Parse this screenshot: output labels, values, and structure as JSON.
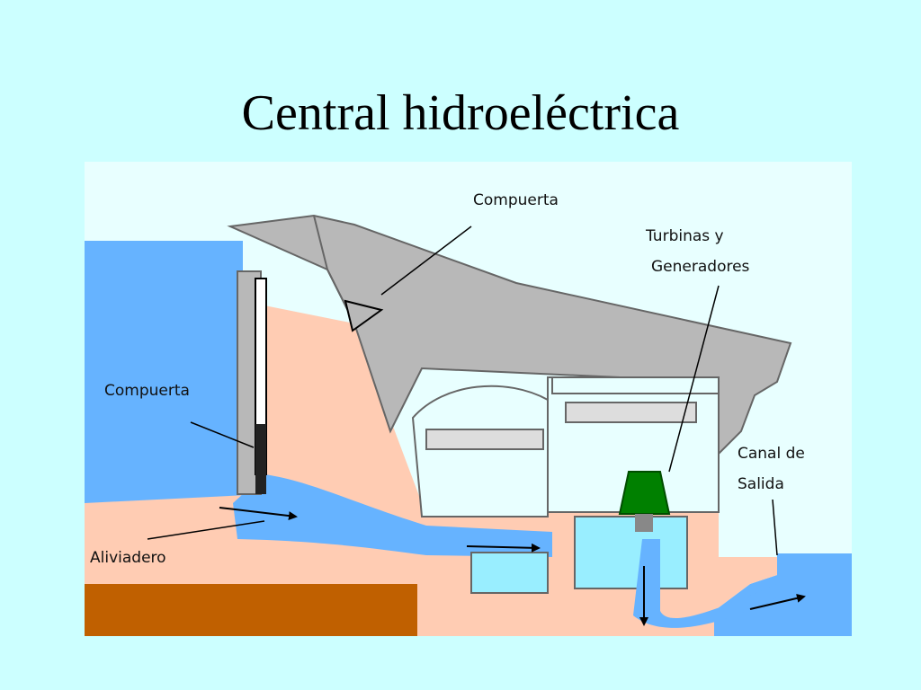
{
  "title": "Central hidroeléctrica",
  "labels": {
    "compuerta_top": "Compuerta",
    "turbinas_line1": "Turbinas y",
    "turbinas_line2": "Generadores",
    "compuerta_left": "Compuerta",
    "canal_line1": "Canal de",
    "canal_line2": "Salida",
    "aliviadero": "Aliviadero"
  },
  "colors": {
    "background": "#ccffff",
    "panel": "#e8ffff",
    "water": "#66b3ff",
    "deep_water": "#99eeff",
    "concrete": "#ffccb3",
    "dam_gray": "#b8b8b8",
    "ground": "#c06000",
    "generator": "#008000"
  }
}
